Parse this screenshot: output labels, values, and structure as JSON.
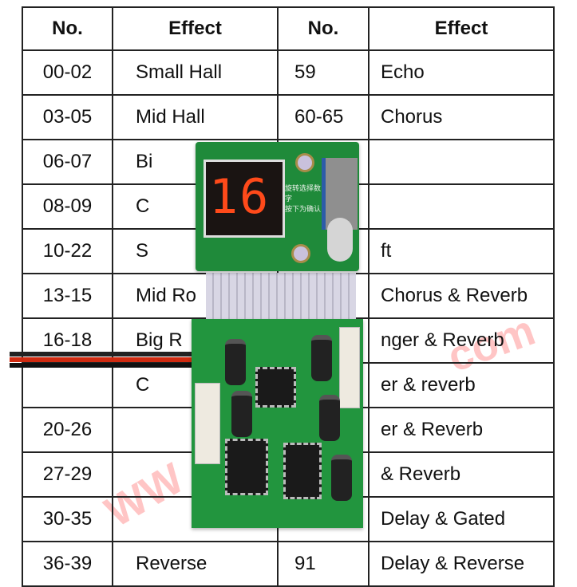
{
  "table": {
    "headers": [
      "No.",
      "Effect",
      "No.",
      "Effect"
    ],
    "rows": [
      [
        "00-02",
        "Small Hall",
        "59",
        "Echo"
      ],
      [
        "03-05",
        "Mid Hall",
        "60-65",
        "Chorus"
      ],
      [
        "06-07",
        "Bi",
        "",
        ""
      ],
      [
        "08-09",
        "C",
        "",
        ""
      ],
      [
        "10-22",
        "S",
        "",
        "ft"
      ],
      [
        "13-15",
        "Mid Ro",
        "",
        "Chorus & Reverb"
      ],
      [
        "16-18",
        "Big R",
        "",
        "nger & Reverb"
      ],
      [
        "",
        "C",
        "",
        "er & reverb"
      ],
      [
        "20-26",
        "",
        "",
        "er & Reverb"
      ],
      [
        "27-29",
        "",
        "",
        "& Reverb"
      ],
      [
        "30-35",
        "",
        "",
        "Delay & Gated"
      ],
      [
        "36-39",
        "Reverse",
        "91",
        "Delay & Reverse"
      ]
    ]
  },
  "display": {
    "digits": "16",
    "label_line1": "旋转选择数字",
    "label_line2": "按下为确认"
  },
  "watermark": {
    "left": "WW",
    "right": "com"
  }
}
